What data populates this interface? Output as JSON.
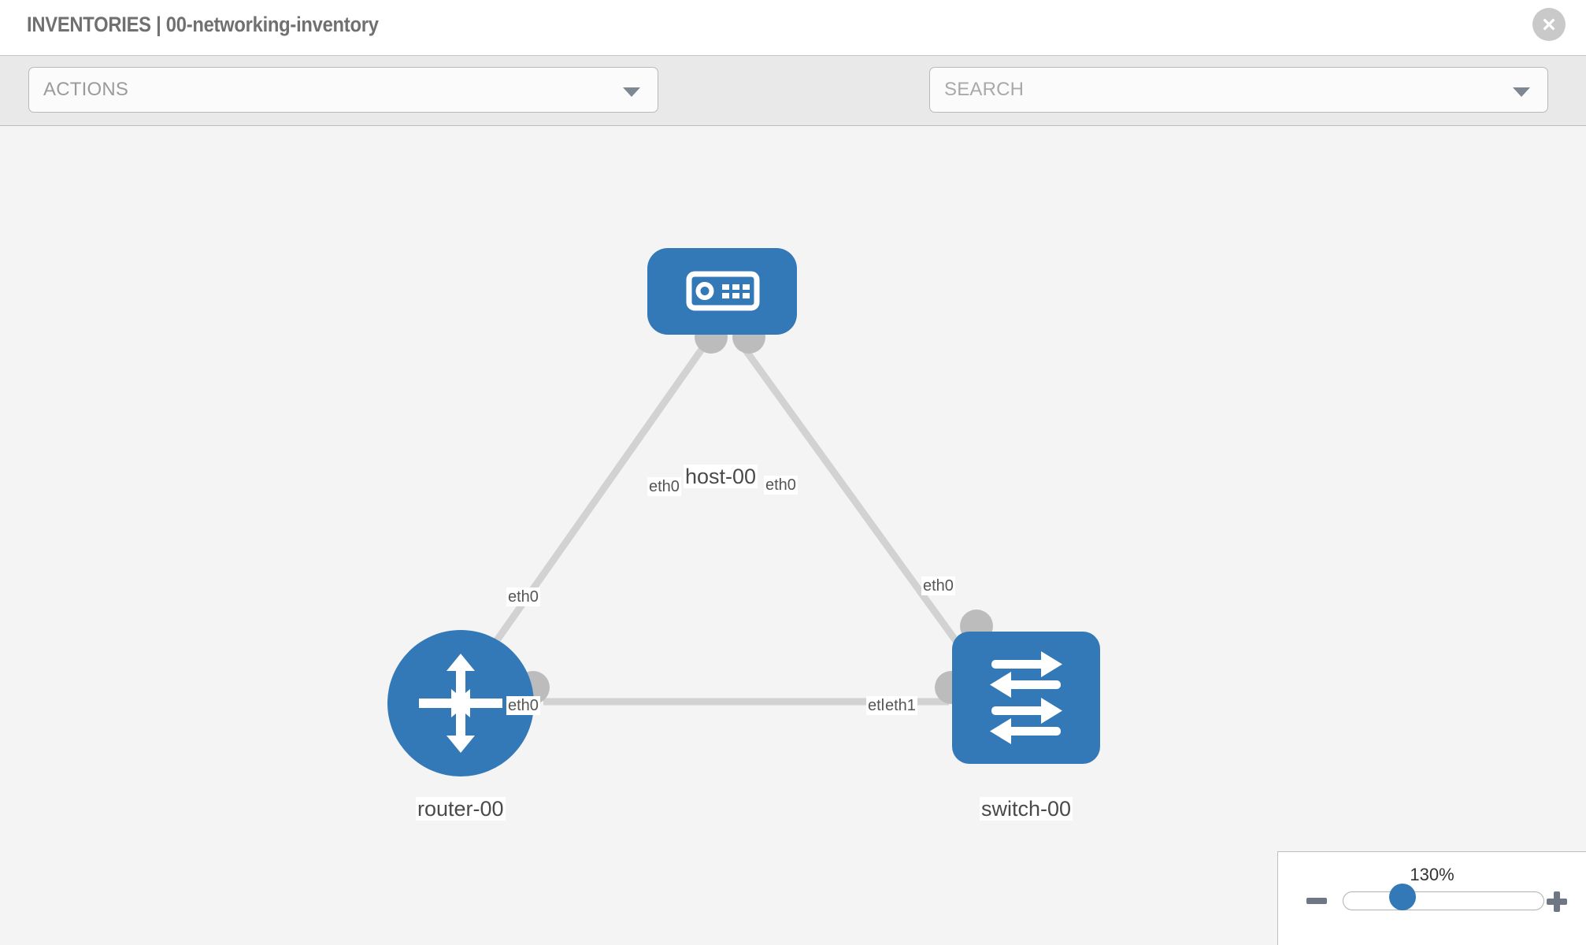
{
  "header": {
    "title": "INVENTORIES | 00-networking-inventory",
    "close_icon": "close-circle-icon"
  },
  "toolbar": {
    "actions_label": "ACTIONS",
    "actions_caret_icon": "chevron-down-icon",
    "wrench_icon": "wrench-icon",
    "key_icon": "key-icon",
    "search_placeholder": "SEARCH",
    "search_value": "",
    "search_caret_icon": "chevron-down-icon"
  },
  "colors": {
    "node_blue": "#3479b7",
    "link_gray": "#d2d2d2",
    "connector_gray": "#bcbcbc",
    "canvas_bg": "#f4f4f4",
    "toolbar_bg": "#e9e9e9",
    "title_gray": "#707070"
  },
  "topology": {
    "nodes": [
      {
        "id": "host-00",
        "label": "host-00",
        "type": "host",
        "icon": "server-icon",
        "shape": "rounded-rect"
      },
      {
        "id": "router-00",
        "label": "router-00",
        "type": "router",
        "icon": "router-arrows-icon",
        "shape": "circle"
      },
      {
        "id": "switch-00",
        "label": "switch-00",
        "type": "switch",
        "icon": "switch-arrows-icon",
        "shape": "rounded-square"
      }
    ],
    "links": [
      {
        "from": "host-00",
        "to": "router-00",
        "from_interface": "eth0",
        "to_interface": "eth0"
      },
      {
        "from": "host-00",
        "to": "switch-00",
        "from_interface": "eth0",
        "to_interface": "eth0"
      },
      {
        "from": "router-00",
        "to": "switch-00",
        "from_interface": "eth0",
        "to_interface_overlap": "eth0",
        "to_interface": "eth1"
      }
    ],
    "interface_labels": {
      "host_left": "eth0",
      "host_right": "eth0",
      "router_up": "eth0",
      "switch_up": "eth0",
      "router_right": "eth0",
      "switch_left_back": "eth0",
      "switch_left_front": "eth1"
    }
  },
  "zoom": {
    "percent": "130%",
    "minus_icon": "minus-icon",
    "plus_icon": "plus-icon",
    "slider_value": 130,
    "slider_min": 10,
    "slider_max": 250
  }
}
